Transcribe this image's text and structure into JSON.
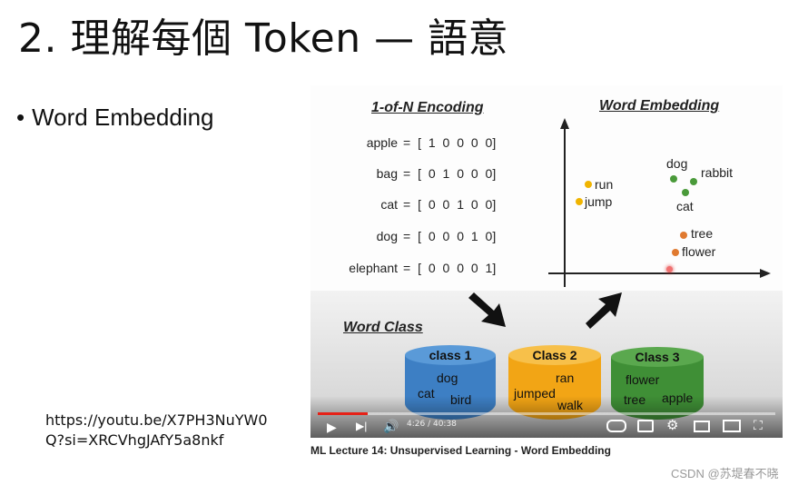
{
  "slide": {
    "title": "2. 理解每個 Token — 語意",
    "bullet": "Word Embedding",
    "link": "https://youtu.be/X7PH3NuYW0Q?si=XRCVhgJAfY5a8nkf"
  },
  "video": {
    "one_of_n_title": "1-of-N Encoding",
    "encodings": [
      {
        "word": "apple",
        "vector": "= [ 1 0 0 0 0]"
      },
      {
        "word": "bag",
        "vector": "= [ 0 1 0 0 0]"
      },
      {
        "word": "cat",
        "vector": "= [ 0 0 1 0 0]"
      },
      {
        "word": "dog",
        "vector": "= [ 0 0 0 1 0]"
      },
      {
        "word": "elephant",
        "vector": "= [ 0 0 0 0 1]"
      }
    ],
    "embedding_title": "Word Embedding",
    "embedding_words": {
      "run": "run",
      "jump": "jump",
      "dog": "dog",
      "rabbit": "rabbit",
      "cat": "cat",
      "tree": "tree",
      "flower": "flower"
    },
    "word_class_title": "Word Class",
    "classes": [
      {
        "name": "class 1",
        "items": [
          "dog",
          "cat",
          "bird"
        ],
        "color": "#3d7fc4"
      },
      {
        "name": "Class 2",
        "items": [
          "ran",
          "jumped",
          "walk"
        ],
        "color": "#f2a515"
      },
      {
        "name": "Class 3",
        "items": [
          "flower",
          "tree",
          "apple"
        ],
        "color": "#3f8f36"
      }
    ],
    "colors": {
      "yellow": "#f0b400",
      "green": "#4a9a3a",
      "orange": "#e07a30",
      "progress": "#e62117"
    },
    "time": "4:26 / 40:38",
    "progress_fraction": 0.11
  },
  "video_caption": "ML Lecture 14: Unsupervised Learning - Word Embedding",
  "watermark": "CSDN @苏堤春不晓"
}
